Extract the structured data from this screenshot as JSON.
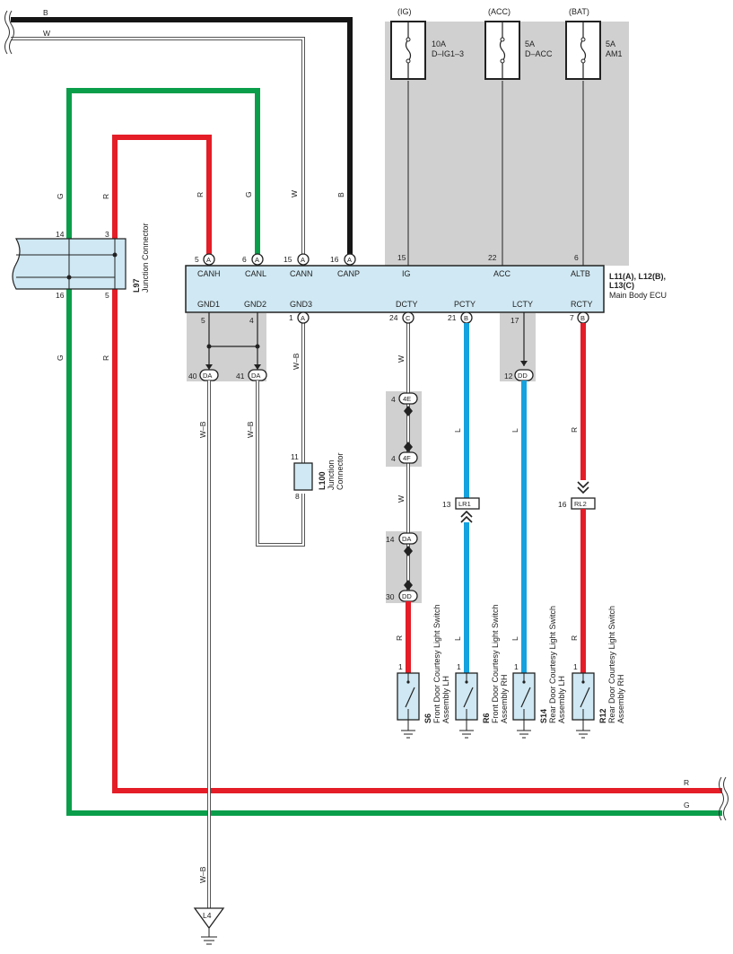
{
  "colors": {
    "wire_B": "#151515",
    "wire_W": "#ffffff",
    "wire_G": "#0a9e4a",
    "wire_R": "#e41d27",
    "wire_L": "#15a2de",
    "wire_WB": "#ffffff",
    "ecu_fill": "#cfe8f3",
    "shade": "#d0d0d0"
  },
  "edge_wires": {
    "B": "B",
    "W": "W",
    "R": "R",
    "G": "G"
  },
  "fuses": [
    {
      "source": "(IG)",
      "rating": "10A",
      "name": "D–IG1–3",
      "pin": "15",
      "ecu_label": "IG"
    },
    {
      "source": "(ACC)",
      "rating": "5A",
      "name": "D–ACC",
      "pin": "22",
      "ecu_label": "ACC"
    },
    {
      "source": "(BAT)",
      "rating": "5A",
      "name": "AM1",
      "pin": "6",
      "ecu_label": "ALTB"
    }
  ],
  "ecu": {
    "title_line1": "L11(A), L12(B),",
    "title_line2": "L13(C)",
    "name": "Main Body ECU",
    "top_pins": [
      {
        "pin": "5",
        "conn": "A",
        "label": "CANH",
        "wire": "R"
      },
      {
        "pin": "6",
        "conn": "A",
        "label": "CANL",
        "wire": "G"
      },
      {
        "pin": "15",
        "conn": "A",
        "label": "CANN",
        "wire": "W"
      },
      {
        "pin": "16",
        "conn": "A",
        "label": "CANP",
        "wire": "B"
      }
    ],
    "bottom_pins": [
      {
        "pin": "5",
        "conn": "",
        "label": "GND1"
      },
      {
        "pin": "4",
        "conn": "",
        "label": "GND2"
      },
      {
        "pin": "1",
        "conn": "A",
        "label": "GND3"
      },
      {
        "pin": "24",
        "conn": "C",
        "label": "DCTY"
      },
      {
        "pin": "21",
        "conn": "B",
        "label": "PCTY"
      },
      {
        "pin": "17",
        "conn": "",
        "label": "LCTY"
      },
      {
        "pin": "7",
        "conn": "B",
        "label": "RCTY"
      }
    ]
  },
  "l97": {
    "id": "L97",
    "name": "Junction Connector",
    "pins": [
      "14",
      "3",
      "16",
      "5"
    ],
    "wires": {
      "left_top": "G",
      "right_top": "R",
      "left_bottom": "G",
      "right_bottom": "R"
    }
  },
  "l100": {
    "id": "L100",
    "name_line1": "Junction",
    "name_line2": "Connector",
    "pin_top": "11",
    "pin_bottom": "8"
  },
  "ground_connectors": [
    {
      "pin": "40",
      "conn": "DA"
    },
    {
      "pin": "41",
      "conn": "DA"
    },
    {
      "pin": "12",
      "conn": "DD"
    }
  ],
  "dcty_path": {
    "wire1": "W",
    "c1": {
      "pin": "4",
      "conn": "4E"
    },
    "c2": {
      "pin": "4",
      "conn": "4F"
    },
    "wire2": "W",
    "c3": {
      "pin": "14",
      "conn": "DA"
    },
    "c4": {
      "pin": "30",
      "conn": "DD"
    },
    "wire3": "R"
  },
  "wire_labels": {
    "wb1": "W–B",
    "wb2": "W–B",
    "wb3": "W–B",
    "wb_bottom": "W–B",
    "pcty": "L",
    "lcty": "L",
    "rcty": "R",
    "l_low_pcty": "L",
    "l_low_lcty": "L",
    "r_low_rcty": "R"
  },
  "inline_connectors": [
    {
      "pin": "13",
      "conn": "LR1"
    },
    {
      "pin": "16",
      "conn": "RL2"
    }
  ],
  "switches": [
    {
      "pin": "1",
      "id": "S6",
      "line1": "Front Door Courtesy Light Switch",
      "line2": "Assembly LH"
    },
    {
      "pin": "1",
      "id": "R6",
      "line1": "Front Door Courtesy Light Switch",
      "line2": "Assembly RH"
    },
    {
      "pin": "1",
      "id": "S14",
      "line1": "Rear Door Courtesy Light Switch",
      "line2": "Assembly LH"
    },
    {
      "pin": "1",
      "id": "R12",
      "line1": "Rear Door Courtesy Light Switch",
      "line2": "Assembly RH"
    }
  ],
  "ground_point": {
    "id": "L4"
  }
}
